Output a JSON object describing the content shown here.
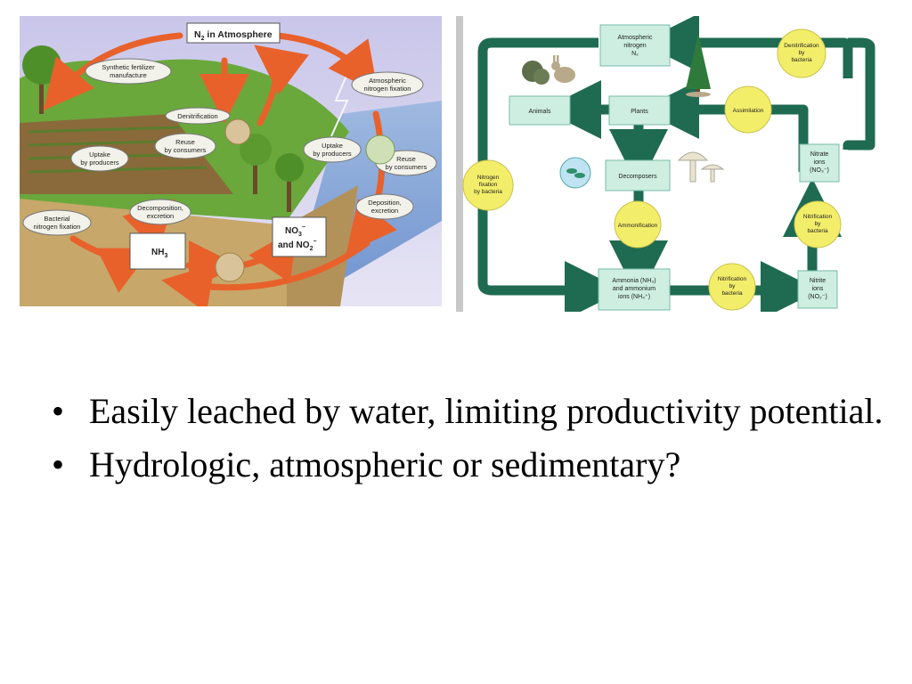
{
  "left_diagram": {
    "title_main": "N",
    "title_sub": "2",
    "title_rest": " in Atmosphere",
    "labels": {
      "fertilizer": [
        "Synthetic fertilizer",
        "manufacture"
      ],
      "atmospheric_fixation": [
        "Atmospheric",
        "nitrogen fixation"
      ],
      "denitrification": "Denitrification",
      "reuse_left": [
        "Reuse",
        "by consumers"
      ],
      "uptake_left": [
        "Uptake",
        "by producers"
      ],
      "uptake_right": [
        "Uptake",
        "by producers"
      ],
      "reuse_right": [
        "Reuse",
        "by consumers"
      ],
      "decomposition": [
        "Decomposition,",
        "excretion"
      ],
      "bacterial": [
        "Bacterial",
        "nitrogen fixation"
      ],
      "deposition": [
        "Deposition,",
        "excretion"
      ],
      "nh3": "NH",
      "nh3_sub": "3",
      "no3": "NO",
      "no3_sub": "3",
      "no3_sup": "−",
      "no2_pre": "and NO",
      "no2_sub": "2",
      "no2_sup": "−"
    }
  },
  "right_diagram": {
    "boxes": {
      "atmospheric": [
        "Atmospheric",
        "nitrogen",
        "N₂"
      ],
      "animals": "Animals",
      "plants": "Plants",
      "decomposers": "Decomposers",
      "ammonia": [
        "Ammonia (NH₃)",
        "and ammonium",
        "ions (NH₄⁺)"
      ],
      "nitrite": [
        "Nitrite",
        "ions",
        "(NO₂⁻)"
      ],
      "nitrate": [
        "Nitrate",
        "ions",
        "(NO₃⁻)"
      ]
    },
    "circles": {
      "denitrification": [
        "Denitrification",
        "by",
        "bacteria"
      ],
      "assimilation": "Assimilation",
      "nitrogen_fixation": [
        "Nitrogen",
        "fixation",
        "by bacteria"
      ],
      "ammonification": "Ammonification",
      "nitrification_bottom": [
        "Nitrification",
        "by",
        "bacteria"
      ],
      "nitrification_right": [
        "Nitrification",
        "by",
        "bacteria"
      ]
    },
    "colors": {
      "arrow": "#1f6b52",
      "box": "#cdeee0",
      "circle": "#f3ee6a"
    }
  },
  "bullets": [
    "Easily leached by water, limiting productivity potential.",
    "Hydrologic, atmospheric or sedimentary?"
  ]
}
